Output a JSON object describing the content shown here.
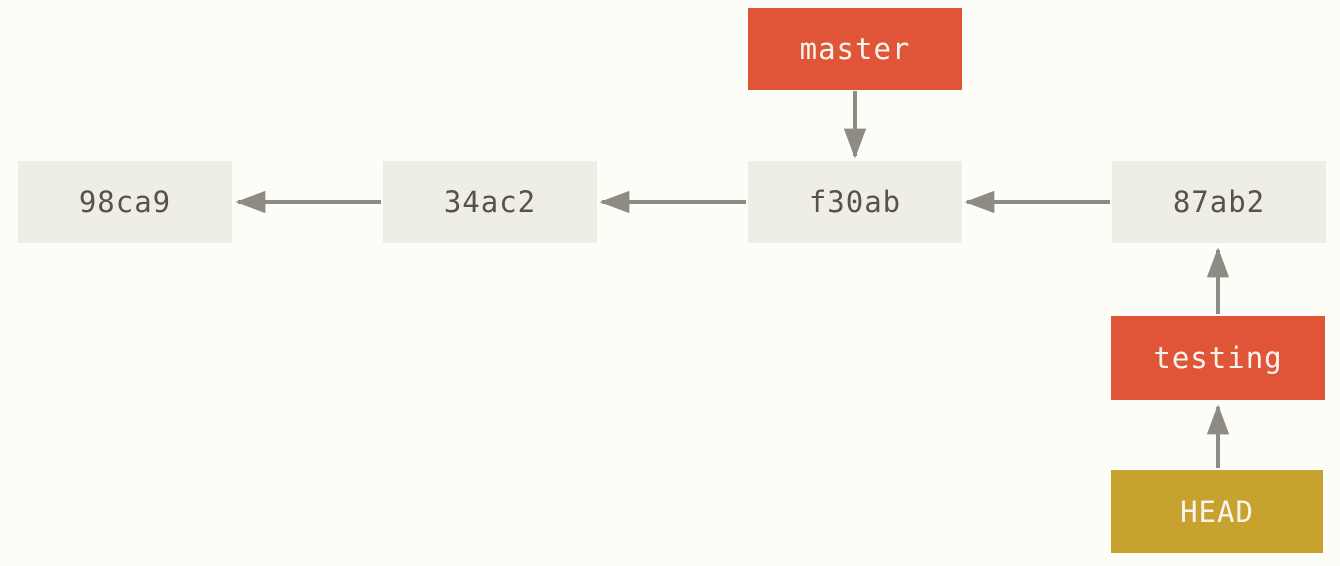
{
  "diagram": {
    "kind": "git-commit-graph",
    "commits": [
      {
        "id": "98ca9"
      },
      {
        "id": "34ac2"
      },
      {
        "id": "f30ab"
      },
      {
        "id": "87ab2"
      }
    ],
    "branch_labels": [
      {
        "name": "master",
        "points_to": "f30ab"
      },
      {
        "name": "testing",
        "points_to": "87ab2"
      }
    ],
    "head_label": {
      "name": "HEAD",
      "points_to": "testing"
    },
    "arrows": [
      {
        "from": "34ac2",
        "to": "98ca9",
        "direction": "left"
      },
      {
        "from": "f30ab",
        "to": "34ac2",
        "direction": "left"
      },
      {
        "from": "87ab2",
        "to": "f30ab",
        "direction": "left"
      },
      {
        "from": "master",
        "to": "f30ab",
        "direction": "down"
      },
      {
        "from": "testing",
        "to": "87ab2",
        "direction": "up"
      },
      {
        "from": "HEAD",
        "to": "testing",
        "direction": "up"
      }
    ],
    "colors": {
      "background": "#fdfdf8",
      "commit_box_fill": "#efeee6",
      "commit_text": "#57534a",
      "branch_label_fill": "#e05537",
      "head_label_fill": "#c8a22e",
      "label_text": "#f7f4ee",
      "arrow": "#8e8b85"
    }
  }
}
